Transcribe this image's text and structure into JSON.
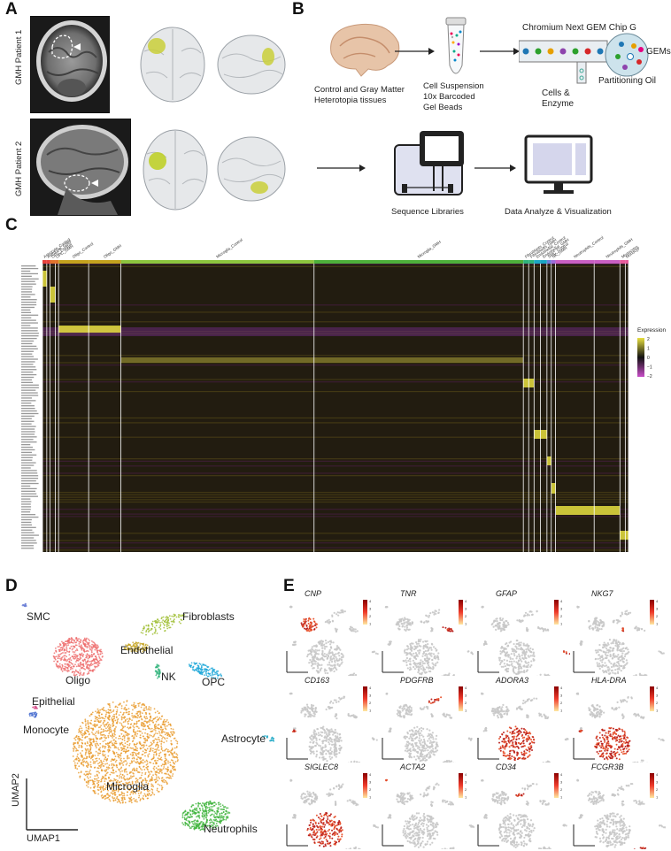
{
  "panels": {
    "a": "A",
    "b": "B",
    "c": "C",
    "d": "D",
    "e": "E"
  },
  "panel_a": {
    "patient1": "GMH Patient 1",
    "patient2": "GMH Patient 2"
  },
  "panel_b": {
    "chip_title": "Chromium Next GEM Chip G",
    "gems": "GEMs",
    "partitioning_oil": "Partitioning Oil",
    "cells_enzyme_1": "Cells &",
    "cells_enzyme_2": "Enzyme",
    "tissue_1": "Control and Gray Matter",
    "tissue_2": "Heterotopia tissues",
    "suspension_1": "Cell Suspension",
    "suspension_2": "10x Barcoded",
    "suspension_3": "Gel Beads",
    "sequence": "Sequence Libraries",
    "analyze": "Data Analyze & Visualization"
  },
  "panel_c": {
    "legend_title": "Expression",
    "legend_ticks": [
      "2",
      "1",
      "0",
      "−1",
      "−2"
    ],
    "groups": [
      {
        "label": "Astrocyte_Control",
        "color": "#e8413c"
      },
      {
        "label": "Astrocyte_GMH",
        "color": "#e8413c"
      },
      {
        "label": "OPC_Control",
        "color": "#e0732c"
      },
      {
        "label": "OPC_GMH",
        "color": "#e0732c"
      },
      {
        "label": "Oligo_Control",
        "color": "#c4a21d"
      },
      {
        "label": "Oligo_GMH",
        "color": "#c4a21d"
      },
      {
        "label": "Microglia_Control",
        "color": "#8cc43e"
      },
      {
        "label": "Microglia_GMH",
        "color": "#4daf3a"
      },
      {
        "label": "Fibroblasts_Control",
        "color": "#2fb37a"
      },
      {
        "label": "Fibroblasts_GMH",
        "color": "#2fb37a"
      },
      {
        "label": "Endothelial_Control",
        "color": "#1aa6c4"
      },
      {
        "label": "Endothelial_GMH",
        "color": "#1aa6c4"
      },
      {
        "label": "SMC_Control",
        "color": "#6b7fd6"
      },
      {
        "label": "NK_GMH",
        "color": "#9c6bd6"
      },
      {
        "label": "Neutrophils_Control",
        "color": "#c95fc2"
      },
      {
        "label": "Neutrophils_GMH",
        "color": "#c95fc2"
      },
      {
        "label": "Monocytes_Control",
        "color": "#e85b9a"
      },
      {
        "label": "Monocytes_GMH",
        "color": "#e85b9a"
      }
    ]
  },
  "panel_d": {
    "clusters": {
      "smc": "SMC",
      "fibroblasts": "Fibroblasts",
      "endothelial": "Endothelial",
      "oligo": "Oligo",
      "nk": "NK",
      "opc": "OPC",
      "epithelial": "Epithelial",
      "monocyte": "Monocyte",
      "astrocyte": "Astrocyte",
      "microglia": "Microglia",
      "neutrophils": "Neutrophils"
    },
    "umap1": "UMAP1",
    "umap2": "UMAP2",
    "colors": {
      "smc": "#6b7fd6",
      "fibroblasts": "#9bbb2a",
      "endothelial": "#c4a21d",
      "oligo": "#ee6a6a",
      "nk": "#2fb37a",
      "opc": "#1aa6d8",
      "epithelial": "#d64d8a",
      "monocyte": "#4a6fd0",
      "astrocyte": "#1aa6c4",
      "microglia": "#e89a2a",
      "neutrophils": "#3cb33a"
    }
  },
  "panel_e": {
    "genes": [
      "CNP",
      "TNR",
      "GFAP",
      "NKG7",
      "CD163",
      "PDGFRB",
      "ADORA3",
      "HLA-DRA",
      "SIGLEC8",
      "ACTA2",
      "CD34",
      "FCGR3B"
    ],
    "scale_ticks": [
      "4",
      "3",
      "2",
      "1"
    ]
  }
}
